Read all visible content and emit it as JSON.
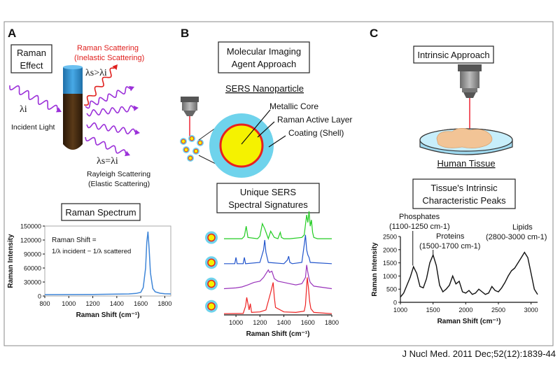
{
  "panels": {
    "a": {
      "letter": "A",
      "box_title": [
        "Raman",
        "Effect"
      ],
      "raman_scattering": [
        "Raman Scattering",
        "(Inelastic Scattering)"
      ],
      "ls_gt_li": "λs>λi",
      "li": "λi",
      "incident_light": "Incident Light",
      "ls_eq_li": "λs=λi",
      "rayleigh": [
        "Rayleigh Scattering",
        "(Elastic Scattering)"
      ],
      "spectrum_title": "Raman Spectrum",
      "formula_line1": "Raman Shift =",
      "formula_line2": "1/λ incident − 1/λ scattered"
    },
    "b": {
      "letter": "B",
      "box_title": [
        "Molecular Imaging",
        "Agent Approach"
      ],
      "sers_title": "SERS Nanoparticle",
      "labels": [
        "Metallic Core",
        "Raman Active Layer",
        "Coating (Shell)"
      ],
      "signatures_title": [
        "Unique SERS",
        "Spectral Signatures"
      ]
    },
    "c": {
      "letter": "C",
      "box_title": "Intrinsic Approach",
      "tissue_label": "Human Tissue",
      "peaks_title": [
        "Tissue's Intrinsic",
        "Characteristic Peaks"
      ],
      "annotations": {
        "phosphates": [
          "Phosphates",
          "(1100-1250 cm-1)"
        ],
        "proteins": [
          "Proteins",
          "(1500-1700 cm-1)"
        ],
        "lipids": [
          "Lipids",
          "(2800-3000 cm-1)"
        ]
      }
    }
  },
  "citation": "J Nucl Med. 2011 Dec;52(12):1839-44",
  "colors": {
    "panel_border": "#888888",
    "scatter_purple": "#9b30d9",
    "raman_red": "#e0201e",
    "spectrum_blue": "#3f86d8",
    "tube_blue": "#2e8fd0",
    "tube_brown": "#3a2410",
    "np_shell": "#6fd3ec",
    "np_ring": "#e8211e",
    "np_core": "#f5f200",
    "laser": "#ee2233",
    "dish_fill": "#b7e7f7",
    "tissue": "#f2c496"
  },
  "chart_data": [
    {
      "type": "line",
      "title": "",
      "xlabel": "Raman Shift (cm⁻¹)",
      "ylabel": "Raman Intensity",
      "xlim": [
        800,
        1850
      ],
      "ylim": [
        0,
        150000
      ],
      "xticks": [
        800,
        1000,
        1200,
        1400,
        1600,
        1800
      ],
      "xtick_labels": [
        "800",
        "1000",
        "1200",
        "1400",
        "1600",
        "1800"
      ],
      "yticks": [
        0,
        30000,
        60000,
        90000,
        120000,
        150000
      ],
      "ytick_labels": [
        "0",
        "30000",
        "60000",
        "90000",
        "120000",
        "150000"
      ],
      "series": [
        {
          "color": "#3f86d8",
          "x": [
            800,
            1000,
            1200,
            1400,
            1500,
            1560,
            1600,
            1620,
            1640,
            1650,
            1660,
            1670,
            1680,
            1700,
            1720,
            1760,
            1800,
            1850
          ],
          "y": [
            3000,
            3200,
            3500,
            4000,
            4500,
            5500,
            8000,
            18000,
            60000,
            115000,
            138000,
            100000,
            50000,
            16000,
            9000,
            6000,
            5000,
            4500
          ]
        }
      ]
    },
    {
      "type": "line",
      "title": "",
      "xlabel": "Raman Shift (cm⁻¹)",
      "ylabel": "",
      "xlim": [
        900,
        1800
      ],
      "ylim": [
        0,
        4.2
      ],
      "xticks": [
        1000,
        1200,
        1400,
        1600,
        1800
      ],
      "xtick_labels": [
        "1000",
        "1200",
        "1400",
        "1600",
        "1800"
      ],
      "series": [
        {
          "color": "#22cc22",
          "x": [
            900,
            1050,
            1070,
            1085,
            1100,
            1180,
            1200,
            1220,
            1240,
            1270,
            1290,
            1320,
            1350,
            1370,
            1380,
            1400,
            1450,
            1550,
            1570,
            1590,
            1600,
            1610,
            1620,
            1630,
            1640,
            1650,
            1680,
            1800
          ],
          "y": [
            3.05,
            3.05,
            3.15,
            3.55,
            3.1,
            3.05,
            3.15,
            3.65,
            3.45,
            3.05,
            3.35,
            3.1,
            3.05,
            3.3,
            3.1,
            3.05,
            3.05,
            3.1,
            3.2,
            4.0,
            3.7,
            4.15,
            3.55,
            3.8,
            3.3,
            3.1,
            3.05,
            3.05
          ]
        },
        {
          "color": "#2255cc",
          "x": [
            900,
            990,
            1000,
            1010,
            1060,
            1070,
            1080,
            1200,
            1230,
            1240,
            1250,
            1270,
            1400,
            1430,
            1440,
            1450,
            1470,
            1550,
            1570,
            1580,
            1590,
            1600,
            1610,
            1620,
            1800
          ],
          "y": [
            2.05,
            2.05,
            2.3,
            2.05,
            2.05,
            2.3,
            2.05,
            2.1,
            2.6,
            3.0,
            2.5,
            2.1,
            2.05,
            2.2,
            2.35,
            2.1,
            2.05,
            2.1,
            2.8,
            3.2,
            2.6,
            2.4,
            2.3,
            2.1,
            2.05
          ]
        },
        {
          "color": "#9933bb",
          "x": [
            900,
            1000,
            1050,
            1100,
            1150,
            1200,
            1230,
            1250,
            1270,
            1280,
            1300,
            1320,
            1350,
            1400,
            1450,
            1500,
            1550,
            1580,
            1590,
            1600,
            1610,
            1620,
            1650,
            1800
          ],
          "y": [
            1.05,
            1.08,
            1.12,
            1.2,
            1.3,
            1.35,
            1.5,
            1.65,
            1.8,
            1.7,
            1.75,
            1.45,
            1.35,
            1.3,
            1.25,
            1.2,
            1.25,
            1.5,
            2.0,
            1.7,
            1.45,
            1.3,
            1.15,
            1.05
          ]
        },
        {
          "color": "#ee2222",
          "x": [
            900,
            1060,
            1080,
            1090,
            1110,
            1120,
            1130,
            1200,
            1250,
            1270,
            1290,
            1310,
            1320,
            1330,
            1400,
            1500,
            1570,
            1580,
            1595,
            1605,
            1615,
            1625,
            1650,
            1800
          ],
          "y": [
            0.05,
            0.06,
            0.35,
            0.7,
            0.2,
            0.45,
            0.1,
            0.12,
            0.2,
            0.55,
            0.9,
            1.3,
            0.7,
            0.3,
            0.12,
            0.1,
            0.15,
            0.4,
            1.5,
            1.1,
            0.55,
            0.25,
            0.1,
            0.05
          ]
        }
      ]
    },
    {
      "type": "line",
      "title": "",
      "xlabel": "Raman Shift (cm⁻¹)",
      "ylabel": "Raman Intensity",
      "xlim": [
        1000,
        3100
      ],
      "ylim": [
        0,
        2500
      ],
      "xticks": [
        1000,
        1500,
        2000,
        2500,
        3000
      ],
      "xtick_labels": [
        "1000",
        "1500",
        "2000",
        "2500",
        "3000"
      ],
      "yticks": [
        0,
        500,
        1000,
        1500,
        2000,
        2500
      ],
      "ytick_labels": [
        "0",
        "500",
        "1000",
        "1500",
        "2000",
        "2500"
      ],
      "series": [
        {
          "color": "#111111",
          "x": [
            1000,
            1050,
            1100,
            1150,
            1200,
            1250,
            1300,
            1350,
            1400,
            1450,
            1500,
            1550,
            1600,
            1650,
            1700,
            1750,
            1800,
            1850,
            1900,
            1950,
            2000,
            2050,
            2100,
            2150,
            2200,
            2250,
            2300,
            2350,
            2400,
            2450,
            2500,
            2550,
            2600,
            2650,
            2700,
            2750,
            2800,
            2850,
            2900,
            2950,
            3000,
            3050,
            3100
          ],
          "y": [
            200,
            350,
            650,
            950,
            1350,
            1100,
            600,
            550,
            900,
            1500,
            1800,
            1400,
            650,
            400,
            500,
            650,
            1000,
            700,
            800,
            400,
            350,
            450,
            300,
            350,
            500,
            400,
            300,
            350,
            600,
            450,
            400,
            550,
            750,
            1000,
            1200,
            1300,
            1500,
            1700,
            1900,
            1700,
            1100,
            500,
            300
          ]
        }
      ]
    }
  ]
}
